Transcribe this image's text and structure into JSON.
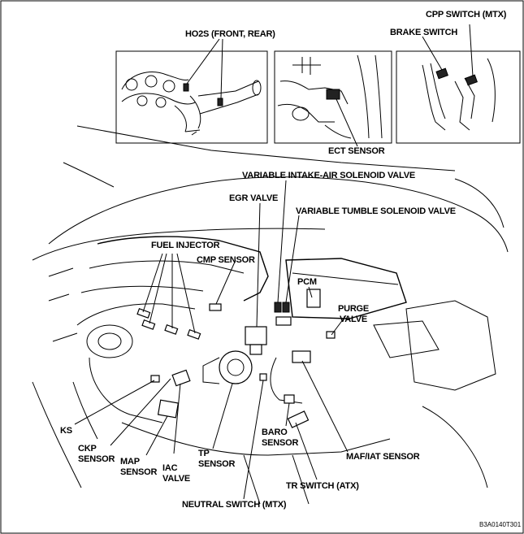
{
  "labels": {
    "ho2s": "HO2S (FRONT, REAR)",
    "cpp_switch": "CPP SWITCH (MTX)",
    "brake_switch": "BRAKE SWITCH",
    "ect_sensor": "ECT SENSOR",
    "var_intake": "VARIABLE INTAKE-AIR SOLENOID VALVE",
    "egr_valve": "EGR VALVE",
    "var_tumble": "VARIABLE TUMBLE SOLENOID VALVE",
    "fuel_injector": "FUEL INJECTOR",
    "cmp_sensor": "CMP SENSOR",
    "pcm": "PCM",
    "purge_valve_1": "PURGE",
    "purge_valve_2": "VALVE",
    "ks": "KS",
    "ckp_1": "CKP",
    "ckp_2": "SENSOR",
    "map_1": "MAP",
    "map_2": "SENSOR",
    "iac_1": "IAC",
    "iac_2": "VALVE",
    "tp_1": "TP",
    "tp_2": "SENSOR",
    "baro_1": "BARO",
    "baro_2": "SENSOR",
    "maf_iat": "MAF/IAT SENSOR",
    "tr_switch": "TR SWITCH (ATX)",
    "neutral_switch": "NEUTRAL SWITCH (MTX)"
  },
  "figure_code": "B3A0140T301"
}
